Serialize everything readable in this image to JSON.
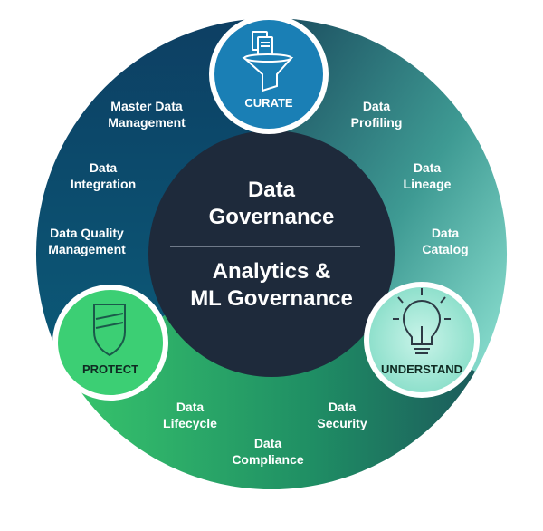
{
  "center": {
    "title_lines": [
      "Data",
      "Governance"
    ],
    "subtitle_lines": [
      "Analytics &",
      "ML Governance"
    ]
  },
  "nodes": {
    "curate": {
      "label": "CURATE",
      "icon": "funnel-document-icon"
    },
    "protect": {
      "label": "PROTECT",
      "icon": "shield-icon"
    },
    "understand": {
      "label": "UNDERSTAND",
      "icon": "lightbulb-icon"
    }
  },
  "segments": {
    "master_data": [
      "Master Data",
      "Management"
    ],
    "integration": [
      "Data",
      "Integration"
    ],
    "quality": [
      "Data Quality",
      "Management"
    ],
    "profiling": [
      "Data",
      "Profiling"
    ],
    "lineage": [
      "Data",
      "Lineage"
    ],
    "catalog": [
      "Data",
      "Catalog"
    ],
    "lifecycle": [
      "Data",
      "Lifecycle"
    ],
    "compliance": [
      "Data",
      "Compliance"
    ],
    "security": [
      "Data",
      "Security"
    ]
  },
  "colors": {
    "ring_dark_blue": "#0b4a6e",
    "ring_teal": "#6fd3c4",
    "ring_green": "#2fbf6b",
    "center": "#1e2a3b",
    "curate_fill": "#1a7fb5",
    "protect_fill": "#3ccf74",
    "understand_fill": "#a8ead9"
  }
}
